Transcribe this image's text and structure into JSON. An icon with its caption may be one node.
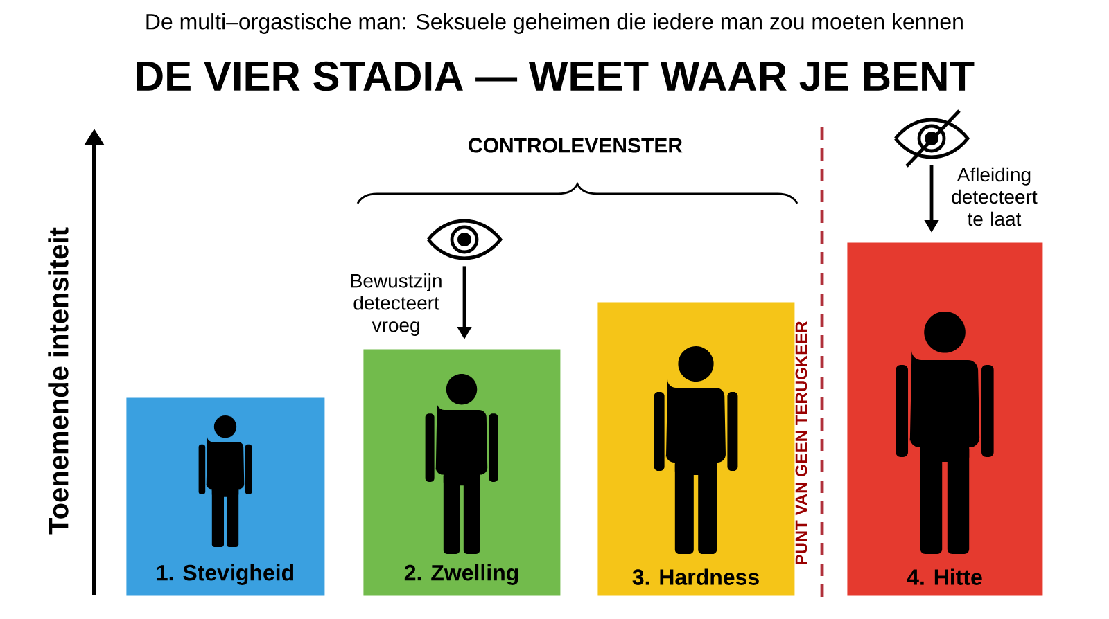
{
  "diagram": {
    "title": "DE VIER STADIA — WEET WAAR JE BENT",
    "nodes": [
      {
        "text": [
          "1. Stevigheid"
        ]
      },
      {
        "text": [
          "2. Zwelling"
        ]
      },
      {
        "text": [
          "3. Hardness"
        ]
      },
      {
        "text": [
          "4. Hitte"
        ]
      },
      {
        "text": [],
        "shape": "eye"
      },
      {
        "text": [],
        "shape": "crossed-eye"
      }
    ],
    "edges": [
      {
        "from": 4,
        "to": 1,
        "arrow": "to",
        "label": "Bewustzijn detecteert vroeg"
      },
      {
        "from": 5,
        "to": 3,
        "arrow": "to",
        "label": "Afleiding detecteert te laat"
      }
    ],
    "labels": [
      "De multi–orgastische man: Seksuele geheimen die iedere man zou moeten kennen",
      "CONTROLEVENSTER",
      "Toenemende intensiteit",
      "PUNT VAN GEEN TERUGKEER"
    ]
  }
}
